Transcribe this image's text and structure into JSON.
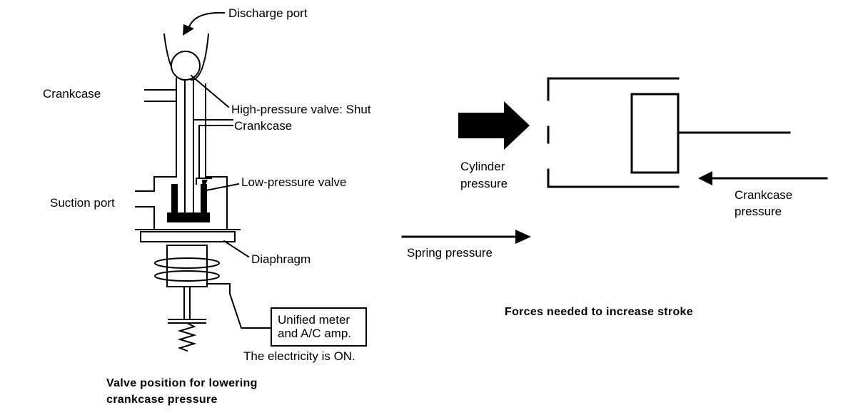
{
  "valve_diagram": {
    "labels": {
      "discharge_port": "Discharge port",
      "crankcase_left": "Crankcase",
      "high_pressure_valve": "High-pressure valve: Shut",
      "crankcase_right": "Crankcase",
      "low_pressure_valve": "Low-pressure valve",
      "suction_port": "Suction port",
      "diaphragm": "Diaphragm",
      "amp_line1": "Unified meter",
      "amp_line2": "and A/C amp.",
      "electricity": "The electricity is ON."
    },
    "caption_line1": "Valve position for lowering",
    "caption_line2": "crankcase pressure"
  },
  "forces_diagram": {
    "labels": {
      "cylinder_line1": "Cylinder",
      "cylinder_line2": "pressure",
      "crankcase_line1": "Crankcase",
      "crankcase_line2": "pressure",
      "spring_pressure": "Spring pressure"
    },
    "caption": "Forces needed to increase stroke"
  }
}
